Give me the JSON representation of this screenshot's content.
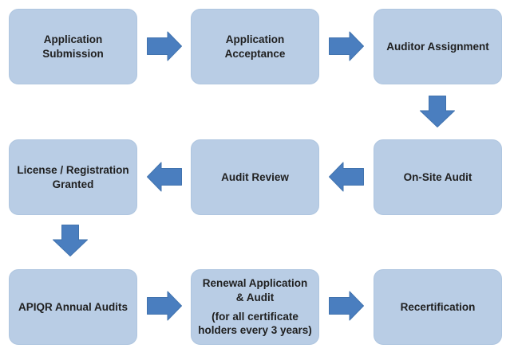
{
  "colors": {
    "background": "#ffffff",
    "box_fill": "#b9cde5",
    "box_border": "#afc6e0",
    "arrow_fill": "#4a7ebf",
    "text": "#1f1f1f"
  },
  "flowchart": {
    "nodes": [
      {
        "id": "application-submission",
        "label": "Application Submission"
      },
      {
        "id": "application-acceptance",
        "label": "Application Acceptance"
      },
      {
        "id": "auditor-assignment",
        "label": "Auditor Assignment"
      },
      {
        "id": "on-site-audit",
        "label": "On-Site Audit"
      },
      {
        "id": "audit-review",
        "label": "Audit Review"
      },
      {
        "id": "license-registration-granted",
        "label": "License / Registration Granted"
      },
      {
        "id": "apiqr-annual-audits",
        "label": "APIQR Annual Audits"
      },
      {
        "id": "renewal-application-audit",
        "label": "Renewal Application & Audit",
        "sublabel": "(for all certificate holders every 3 years)"
      },
      {
        "id": "recertification",
        "label": "Recertification"
      }
    ],
    "edges": [
      {
        "from": "application-submission",
        "to": "application-acceptance",
        "direction": "right"
      },
      {
        "from": "application-acceptance",
        "to": "auditor-assignment",
        "direction": "right"
      },
      {
        "from": "auditor-assignment",
        "to": "on-site-audit",
        "direction": "down"
      },
      {
        "from": "on-site-audit",
        "to": "audit-review",
        "direction": "left"
      },
      {
        "from": "audit-review",
        "to": "license-registration-granted",
        "direction": "left"
      },
      {
        "from": "license-registration-granted",
        "to": "apiqr-annual-audits",
        "direction": "down"
      },
      {
        "from": "apiqr-annual-audits",
        "to": "renewal-application-audit",
        "direction": "right"
      },
      {
        "from": "renewal-application-audit",
        "to": "recertification",
        "direction": "right"
      }
    ]
  }
}
